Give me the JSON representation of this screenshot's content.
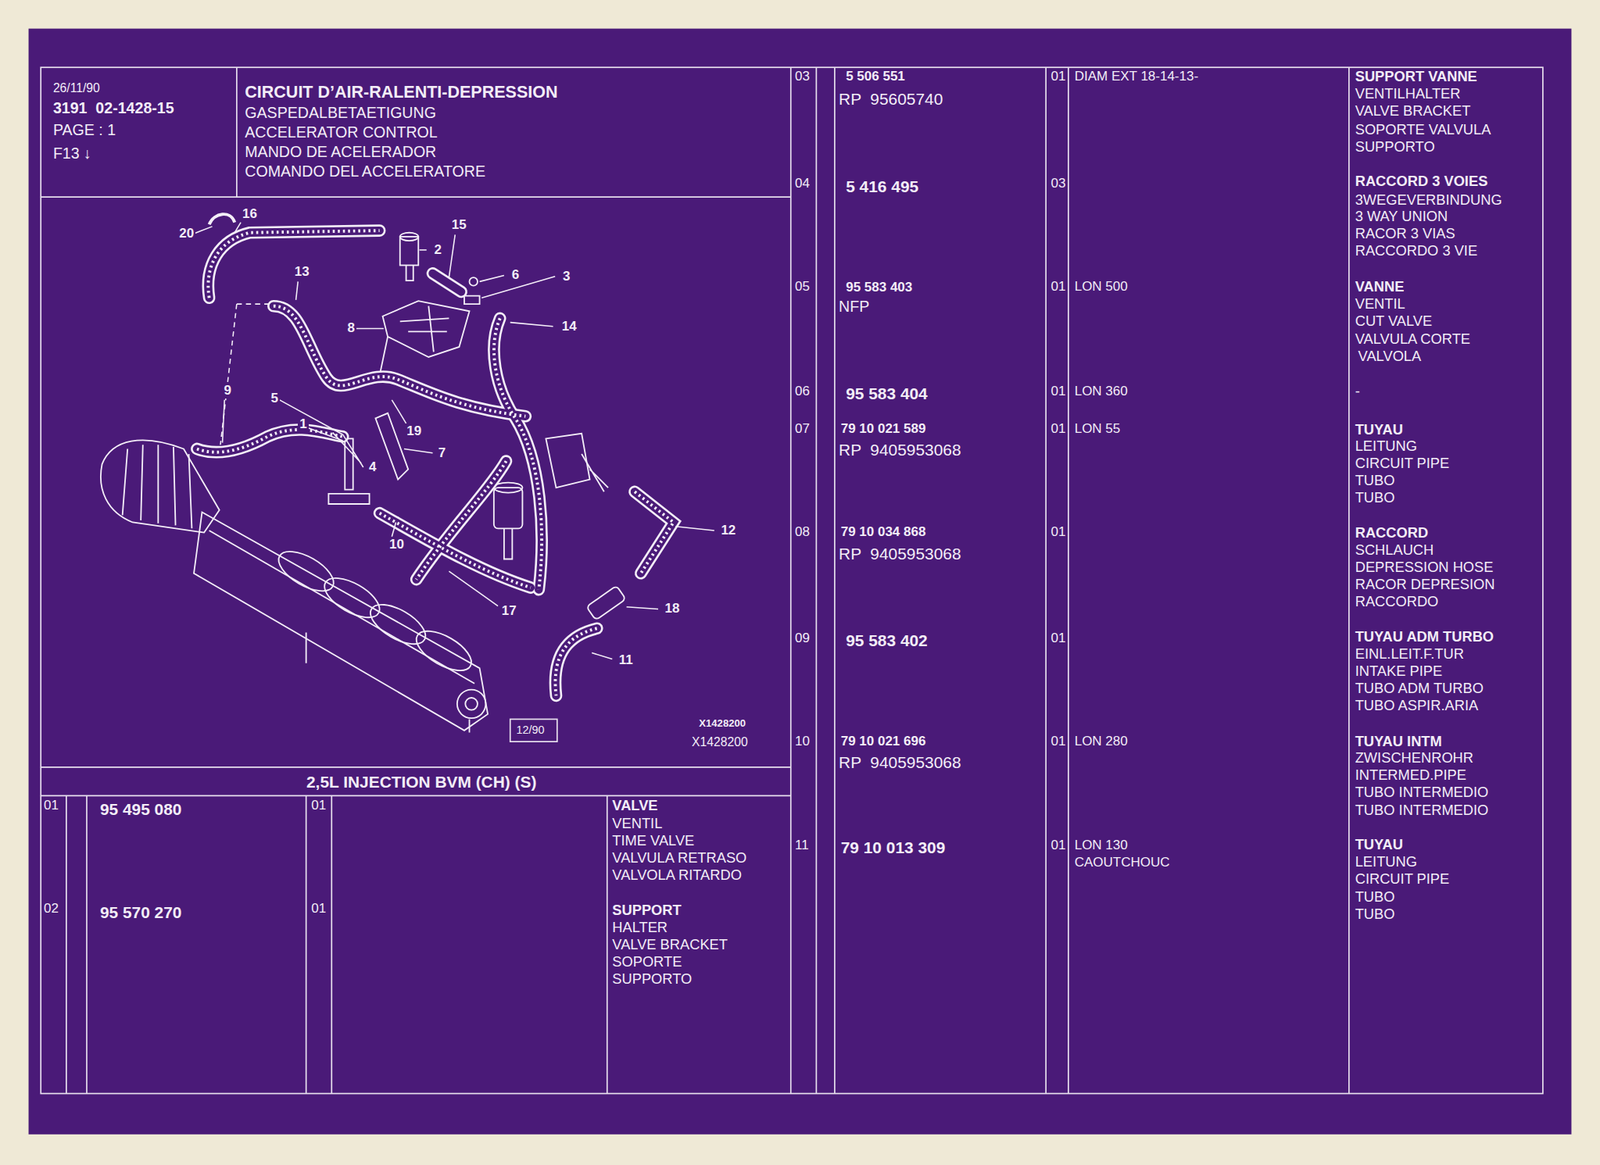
{
  "diagram": {
    "title": "CIRCUIT D’AIR-RALENTI-DEPRESSION",
    "labels": [
      "26/11/90",
      "3191  02-1428-15",
      "PAGE : 1",
      "F13 ↓",
      "GASPEDALBETAETIGUNG",
      "ACCELERATOR CONTROL",
      "MANDO DE ACELERADOR",
      "COMANDO DEL ACCELERATORE",
      "20",
      "16",
      "15",
      "2",
      "6",
      "3",
      "13",
      "8",
      "14",
      "9",
      "5",
      "1",
      "19",
      "7",
      "4",
      "10",
      "12",
      "17",
      "18",
      "11",
      "12/90",
      "X1428200",
      "X1428200",
      "2,5L INJECTION BVM (CH) (S)",
      "01",
      "95 495 080",
      "01",
      "VALVE",
      "VENTIL",
      "TIME VALVE",
      "VALVULA RETRASO",
      "VALVOLA RITARDO",
      "02",
      "95 570 270",
      "01",
      "SUPPORT",
      "HALTER",
      "VALVE BRACKET",
      "SOPORTE",
      "SUPPORTO",
      "03",
      "5 506 551",
      "RP  95605740",
      "01",
      "DIAM EXT 18-14-13-",
      "SUPPORT VANNE",
      "VENTILHALTER",
      "VALVE BRACKET",
      "SOPORTE VALVULA",
      "SUPPORTO",
      "04",
      "5 416 495",
      "03",
      "RACCORD 3 VOIES",
      "3WEGEVERBINDUNG",
      "3 WAY UNION",
      "RACOR 3 VIAS",
      "RACCORDO 3 VIE",
      "05",
      "95 583 403",
      "NFP",
      "01",
      "LON 500",
      "VANNE",
      "VENTIL",
      "CUT VALVE",
      "VALVULA CORTE",
      "VALVOLA",
      "06",
      "95 583 404",
      "01",
      "LON 360",
      "-",
      "07",
      "79 10 021 589",
      "RP  9405953068",
      "01",
      "LON 55",
      "TUYAU",
      "LEITUNG",
      "CIRCUIT PIPE",
      "TUBO",
      "TUBO",
      "08",
      "79 10 034 868",
      "RP  9405953068",
      "01",
      "RACCORD",
      "SCHLAUCH",
      "DEPRESSION HOSE",
      "RACOR DEPRESION",
      "RACCORDO",
      "09",
      "95 583 402",
      "01",
      "TUYAU ADM TURBO",
      "EINL.LEIT.F.TUR",
      "INTAKE PIPE",
      "TUBO ADM TURBO",
      "TUBO ASPIR.ARIA",
      "10",
      "79 10 021 696",
      "RP  9405953068",
      "01",
      "LON 280",
      "TUYAU INTM",
      "ZWISCHENROHR",
      "INTERMED.PIPE",
      "TUBO INTERMEDIO",
      "TUBO INTERMEDIO",
      "11",
      "79 10 013 309",
      "01",
      "LON 130",
      "CAOUTCHOUC",
      "TUYAU",
      "LEITUNG",
      "CIRCUIT PIPE",
      "TUBO",
      "TUBO"
    ]
  }
}
